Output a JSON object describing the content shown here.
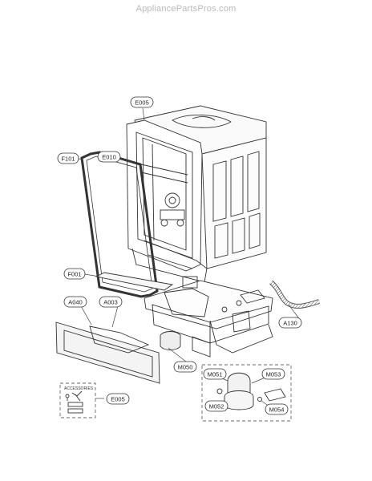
{
  "watermark": "AppliancePartsPros.com",
  "callouts": {
    "E005_top": "E005",
    "E010": "E010",
    "F101": "F101",
    "F001": "F001",
    "A040": "A040",
    "A003": "A003",
    "A130": "A130",
    "M050": "M050",
    "M051": "M051",
    "M053": "M053",
    "M052": "M052",
    "M054": "M054",
    "E005_acc": "E005"
  },
  "accessories_label": "ACCESSORIES"
}
